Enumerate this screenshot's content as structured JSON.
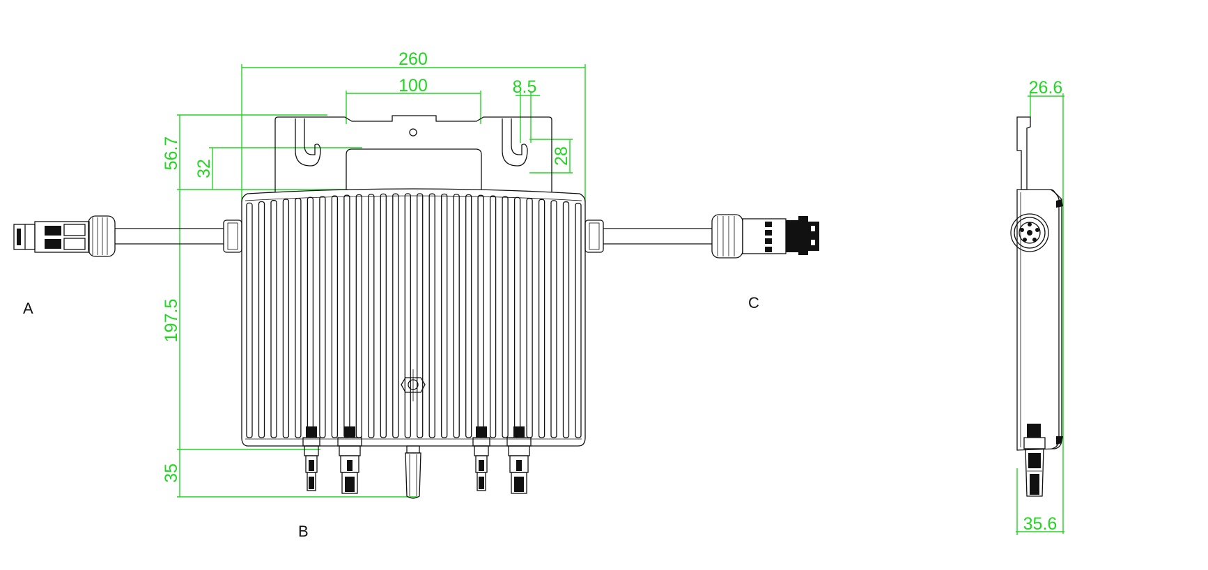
{
  "dimensions": {
    "overall_width": "260",
    "slot_spacing": "100",
    "slot_width": "8.5",
    "bracket_height": "56.7",
    "slot_offset": "32",
    "slot_depth": "28",
    "body_height": "197.5",
    "connector_height": "35",
    "side_top_depth": "26.6",
    "side_total_depth": "35.6"
  },
  "labels": {
    "a": "A",
    "b": "B",
    "c": "C"
  },
  "colors": {
    "dimension_lines": "#22d622",
    "outline": "#111111",
    "background": "#ffffff"
  }
}
